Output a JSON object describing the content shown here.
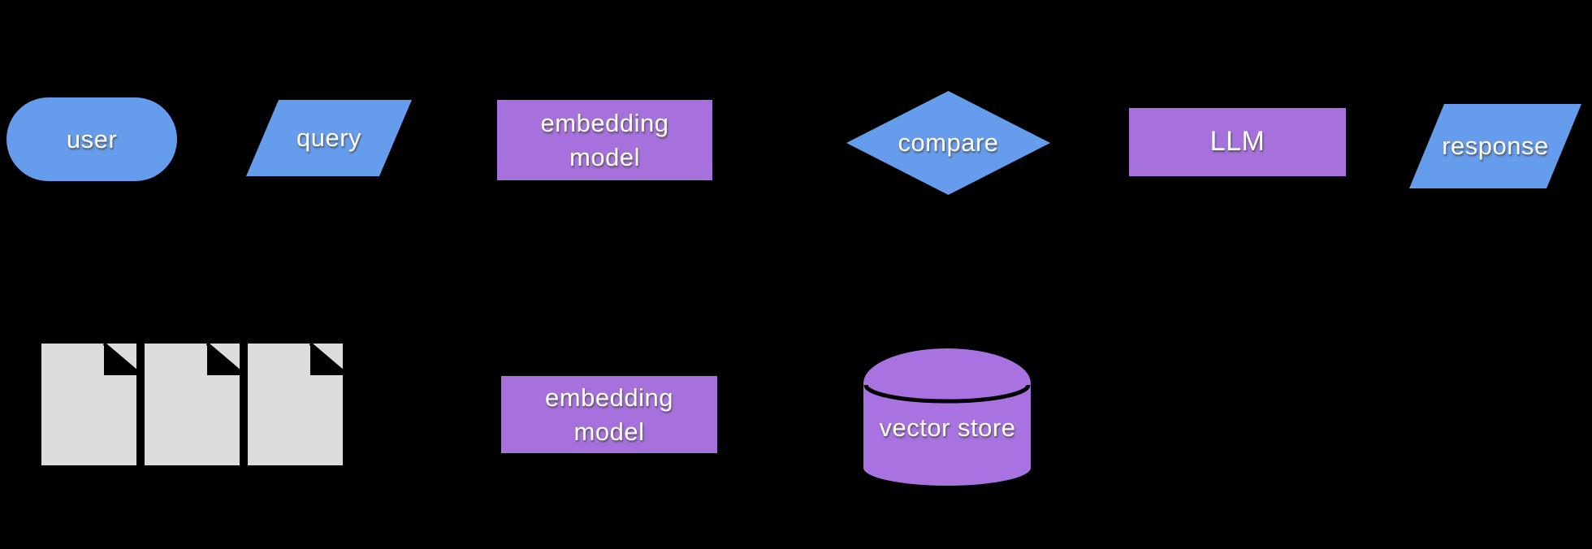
{
  "diagram": {
    "background": "#000000",
    "colors": {
      "process_blue": "#669CEC",
      "model_purple": "#A671DC",
      "cylinder_purple": "#A873E1",
      "document_gray": "#DCDCDC",
      "label_text": "#FFFFFF",
      "outline_black": "#000000"
    },
    "nodes": {
      "user": {
        "shape": "stadium",
        "fill": "process_blue",
        "label": "user"
      },
      "query": {
        "shape": "parallelogram",
        "fill": "process_blue",
        "label": "query"
      },
      "embedding_model_query": {
        "shape": "rectangle",
        "fill": "model_purple",
        "label": "embedding\nmodel"
      },
      "compare": {
        "shape": "diamond",
        "fill": "process_blue",
        "label": "compare"
      },
      "llm": {
        "shape": "rectangle",
        "fill": "model_purple",
        "label": "LLM"
      },
      "response": {
        "shape": "parallelogram",
        "fill": "process_blue",
        "label": "response"
      },
      "documents": {
        "shape": "document-stack",
        "fill": "document_gray",
        "count": 3,
        "label": ""
      },
      "embedding_model_docs": {
        "shape": "rectangle",
        "fill": "model_purple",
        "label": "embedding\nmodel"
      },
      "vector_store": {
        "shape": "cylinder",
        "fill": "cylinder_purple",
        "label": "vector store"
      }
    }
  }
}
